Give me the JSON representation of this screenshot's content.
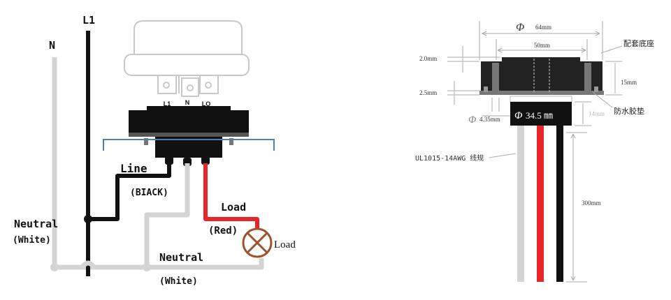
{
  "left": {
    "label_N": "N",
    "label_L1": "L1",
    "pin_L1": "L1",
    "pin_N": "N",
    "pin_LO": "LO",
    "line_label": "Line",
    "line_color_label": "(BIACK)",
    "load_wire_label": "Load",
    "load_color_label": "(Red)",
    "lamp_label": "Load",
    "neutral_left_label": "Neutral",
    "neutral_left_color": "(White)",
    "neutral_bottom_label": "Neutral",
    "neutral_bottom_color": "(White)"
  },
  "right": {
    "dim_outer": "64mm",
    "dim_outer_symbol": "Φ",
    "dim_inner": "50mm",
    "dim_top_thickness": "2.0mm",
    "dim_bottom_thickness": "2.5mm",
    "dim_height": "15mm",
    "dim_neck_height": "14mm",
    "dim_neck_diameter": "34.5 ㎜",
    "dim_neck_symbol": "Φ",
    "dim_hole": "4.35mm",
    "dim_hole_symbol": "Φ",
    "label_base": "配套底座",
    "label_gasket": "防水胶垫",
    "label_wire_spec": "UL1015-14AWG 线规",
    "dim_wire_length": "300mm"
  },
  "colors": {
    "black": "#111111",
    "red": "#e8262a",
    "white_wire": "#d4d4d4",
    "blue_plate": "#4a7fc4",
    "lamp": "#a0522d"
  }
}
